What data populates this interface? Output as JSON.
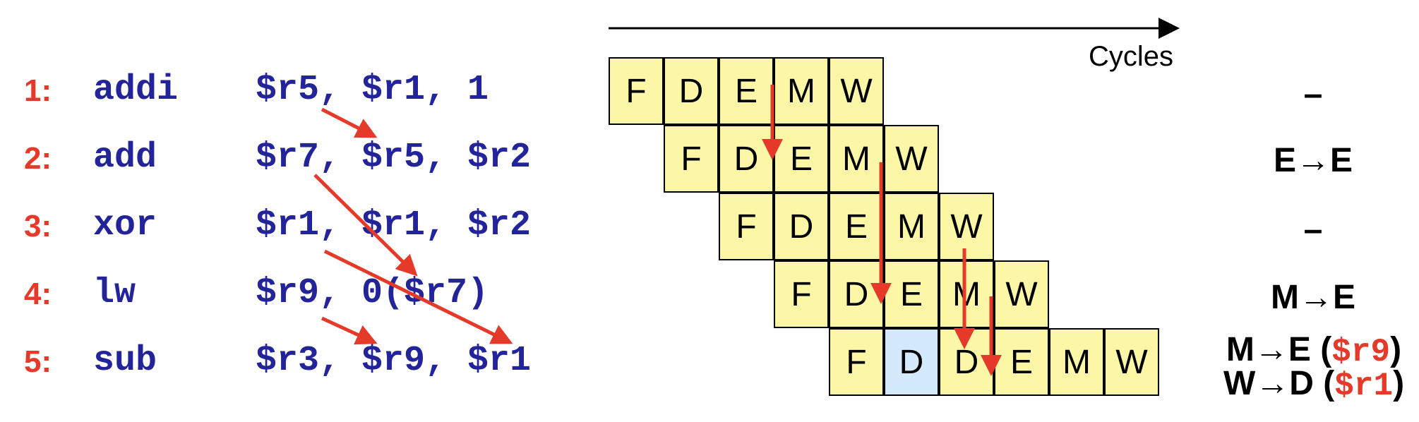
{
  "axis_label": "Cycles",
  "instructions": [
    {
      "num": "1:",
      "op": "addi",
      "operands": "$r5, $r1, 1"
    },
    {
      "num": "2:",
      "op": "add",
      "operands": "$r7, $r5, $r2"
    },
    {
      "num": "3:",
      "op": "xor",
      "operands": "$r1, $r1, $r2"
    },
    {
      "num": "4:",
      "op": "lw",
      "operands": "$r9, 0($r7)"
    },
    {
      "num": "5:",
      "op": "sub",
      "operands": "$r3, $r9, $r1"
    }
  ],
  "pipeline": [
    [
      "F",
      "D",
      "E",
      "M",
      "W"
    ],
    [
      "F",
      "D",
      "E",
      "M",
      "W"
    ],
    [
      "F",
      "D",
      "E",
      "M",
      "W"
    ],
    [
      "F",
      "D",
      "E",
      "M",
      "W"
    ],
    [
      "F",
      "D",
      "D",
      "E",
      "M",
      "W"
    ]
  ],
  "dependencies": {
    "row1": "–",
    "row2": "E→E",
    "row3": "–",
    "row4": "M→E",
    "row5_a_text": "M→E",
    "row5_a_reg": "$r9",
    "row5_b_text": "W→D",
    "row5_b_reg": "$r1"
  },
  "colors": {
    "number": "#e53a2a",
    "code": "#23239a",
    "arrow": "#e53a2a",
    "cell": "#fcf7a7",
    "stall_cell": "#d4e9fb"
  }
}
